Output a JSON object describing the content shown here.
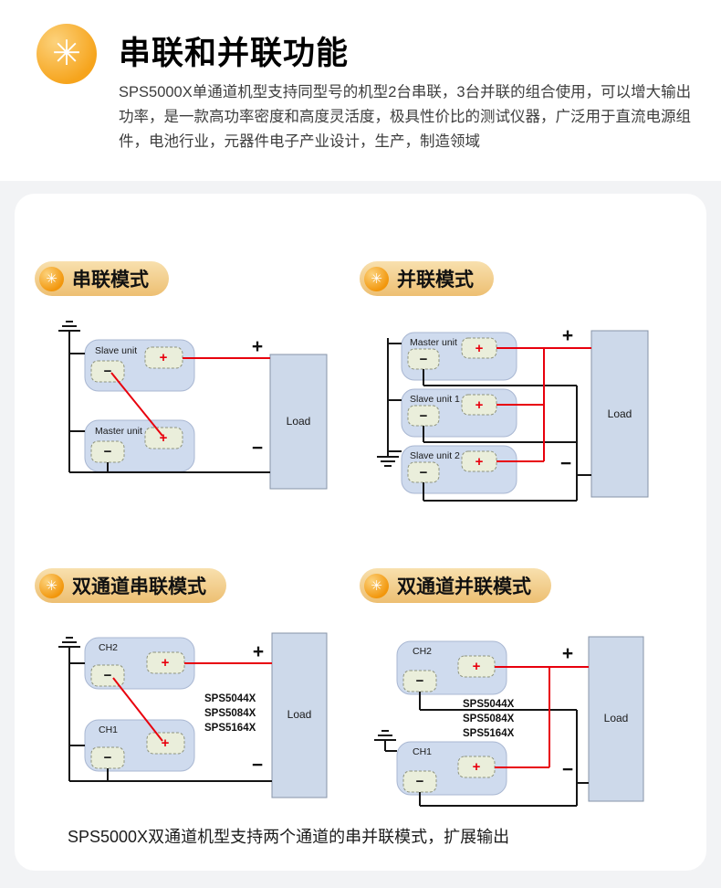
{
  "header": {
    "title": "串联和并联功能",
    "description": "SPS5000X单通道机型支持同型号的机型2台串联，3台并联的组合使用，可以增大输出功率，是一款高功率密度和高度灵活度，极具性价比的测试仪器，广泛用于直流电源组件，电池行业，元器件电子产业设计，生产，制造领域"
  },
  "icons": {
    "pinwheel": "✳"
  },
  "symbols": {
    "plus": "+",
    "minus": "−",
    "load": "Load"
  },
  "diagrams": {
    "series": {
      "badge": "串联模式",
      "units": [
        {
          "name": "Slave unit"
        },
        {
          "name": "Master unit"
        }
      ]
    },
    "parallel": {
      "badge": "并联模式",
      "units": [
        {
          "name": "Master unit"
        },
        {
          "name": "Slave unit 1"
        },
        {
          "name": "Slave unit 2"
        }
      ]
    },
    "dual_series": {
      "badge": "双通道串联模式",
      "units": [
        {
          "name": "CH2"
        },
        {
          "name": "CH1"
        }
      ],
      "models": [
        "SPS5044X",
        "SPS5084X",
        "SPS5164X"
      ]
    },
    "dual_parallel": {
      "badge": "双通道并联模式",
      "units": [
        {
          "name": "CH2"
        },
        {
          "name": "CH1"
        }
      ],
      "models": [
        "SPS5044X",
        "SPS5084X",
        "SPS5164X"
      ]
    }
  },
  "footer": {
    "caption": "SPS5000X双通道机型支持两个通道的串并联模式，扩展输出"
  },
  "colors": {
    "accent_orange": "#f6a41c",
    "wire_positive": "#e8000d",
    "wire_negative": "#151515",
    "unit_fill": "#cfdbee",
    "terminal_fill": "#eaeedb",
    "load_fill": "#cdd9ea"
  }
}
